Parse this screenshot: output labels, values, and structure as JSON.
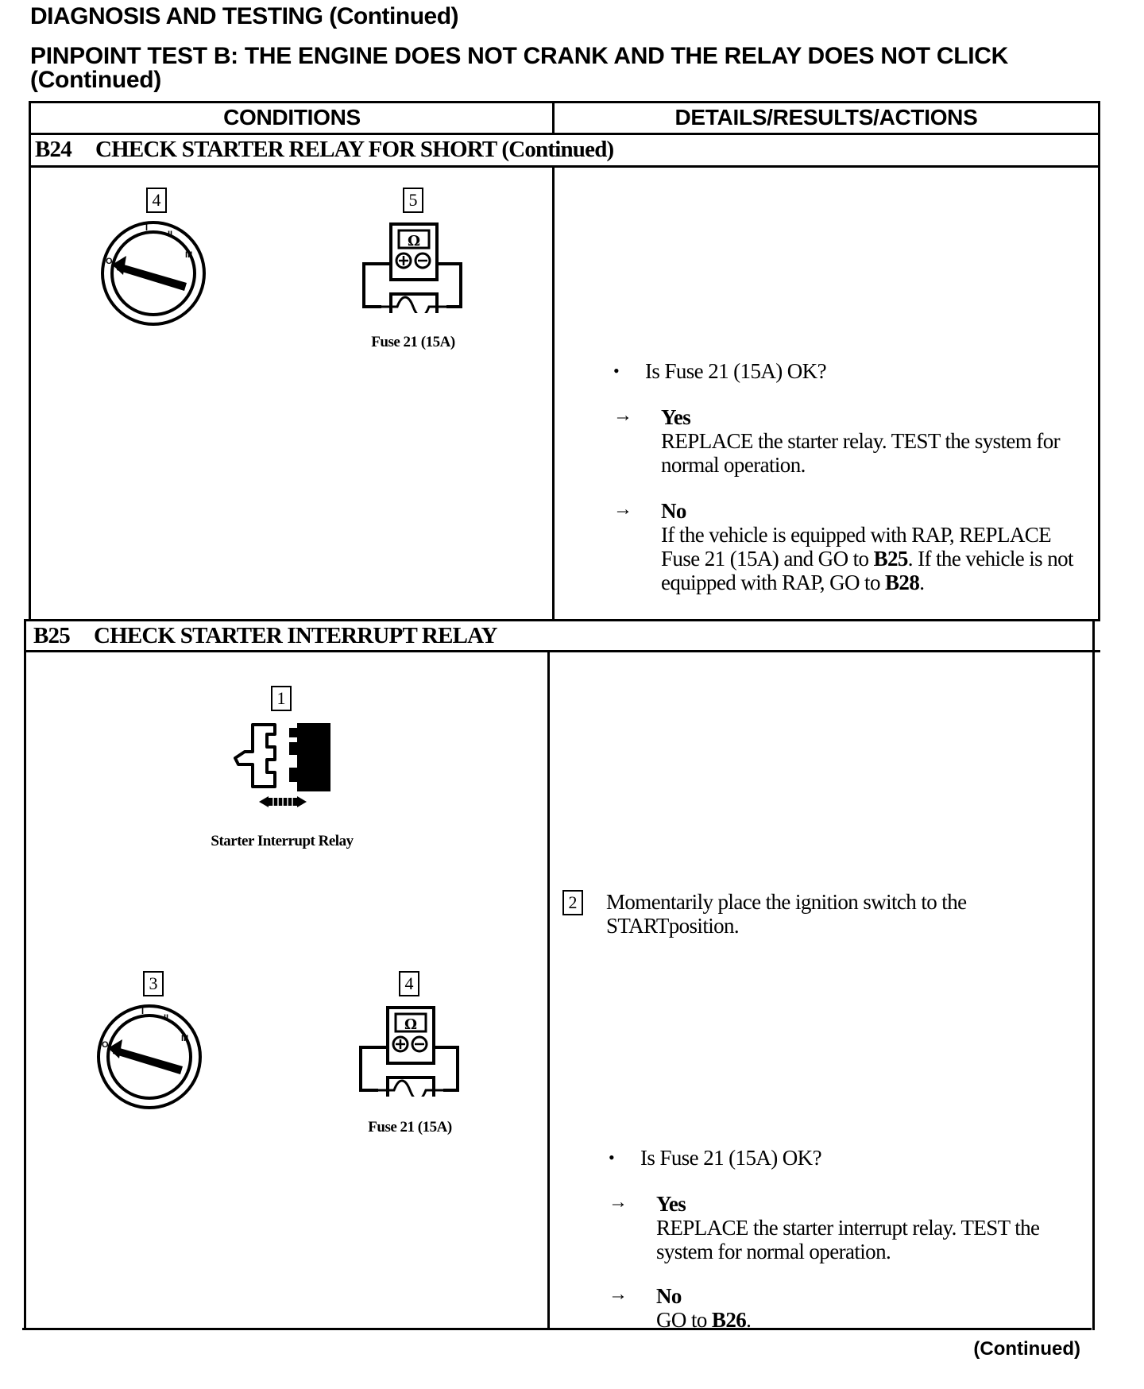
{
  "header": {
    "title": "DIAGNOSIS AND TESTING (Continued)",
    "test_line1": "PINPOINT TEST B: THE ENGINE DOES NOT CRANK AND THE RELAY DOES NOT CLICK",
    "test_line2": "(Continued)"
  },
  "columns": {
    "conditions": "CONDITIONS",
    "details": "DETAILS/RESULTS/ACTIONS"
  },
  "b24": {
    "code": "B24",
    "title": "CHECK STARTER RELAY FOR SHORT (Continued)",
    "step_ignition": "4",
    "step_meter": "5",
    "meter_symbol": "Ω",
    "fuse_caption": "Fuse 21 (15A)",
    "question_bullet": "•",
    "question": "Is Fuse 21 (15A) OK?",
    "yes_arrow": "→",
    "yes_label": "Yes",
    "yes_text": "REPLACE the starter relay. TEST the system for normal operation.",
    "no_arrow": "→",
    "no_label": "No",
    "no_text_1": "If the vehicle is equipped with RAP, REPLACE Fuse 21 (15A) and GO to ",
    "no_ref_1": "B25",
    "no_text_2": ". If the vehicle is not equipped with RAP, GO to ",
    "no_ref_2": "B28",
    "no_text_3": "."
  },
  "b25": {
    "code": "B25",
    "title": "CHECK STARTER INTERRUPT RELAY",
    "step_relay": "1",
    "relay_caption": "Starter Interrupt Relay",
    "step_ignition": "3",
    "step_meter": "4",
    "meter_symbol": "Ω",
    "fuse_caption": "Fuse 21 (15A)",
    "step_action_num": "2",
    "step_action_text": "Momentarily place the ignition switch to the STARTposition.",
    "question_bullet": "•",
    "question": "Is Fuse 21 (15A) OK?",
    "yes_arrow": "→",
    "yes_label": "Yes",
    "yes_text": "REPLACE the starter interrupt relay. TEST the system for normal operation.",
    "no_arrow": "→",
    "no_label": "No",
    "no_text_1": "GO to ",
    "no_ref_1": "B26",
    "no_text_2": "."
  },
  "footer": {
    "continued": "(Continued)"
  },
  "dial_letters": {
    "o": "O",
    "i": "I",
    "ii": "II",
    "iii": "III"
  }
}
